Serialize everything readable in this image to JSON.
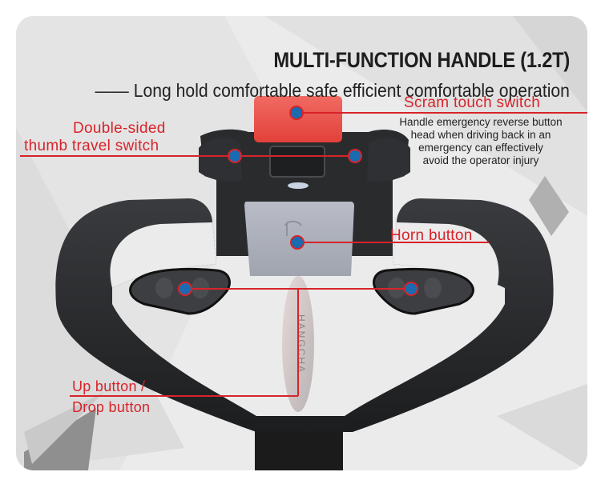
{
  "header": {
    "title": "MULTI-FUNCTION HANDLE (1.2T)",
    "subtitle": "—— Long hold comfortable safe efficient comfortable operation"
  },
  "callouts": {
    "scram": {
      "label": "Scram touch switch",
      "description": [
        "Handle emergency reverse button",
        "head when driving back in an",
        "emergency can effectively",
        "avoid the operator injury"
      ]
    },
    "thumb_switch": {
      "label_line1": "Double-sided",
      "label_line2": "thumb travel switch"
    },
    "horn": {
      "label": "Horn button"
    },
    "up_drop": {
      "label_line1": "Up button /",
      "label_line2": "Drop button"
    }
  },
  "product": {
    "brand_logo_text": "HANGCHA"
  },
  "colors": {
    "label_red": "#d8232a",
    "dot_blue": "#1a6bb0",
    "scram_red": "#e8443f",
    "handle_black": "#222325",
    "horn_gray": "#a9adb8",
    "background": "#ebebeb"
  }
}
